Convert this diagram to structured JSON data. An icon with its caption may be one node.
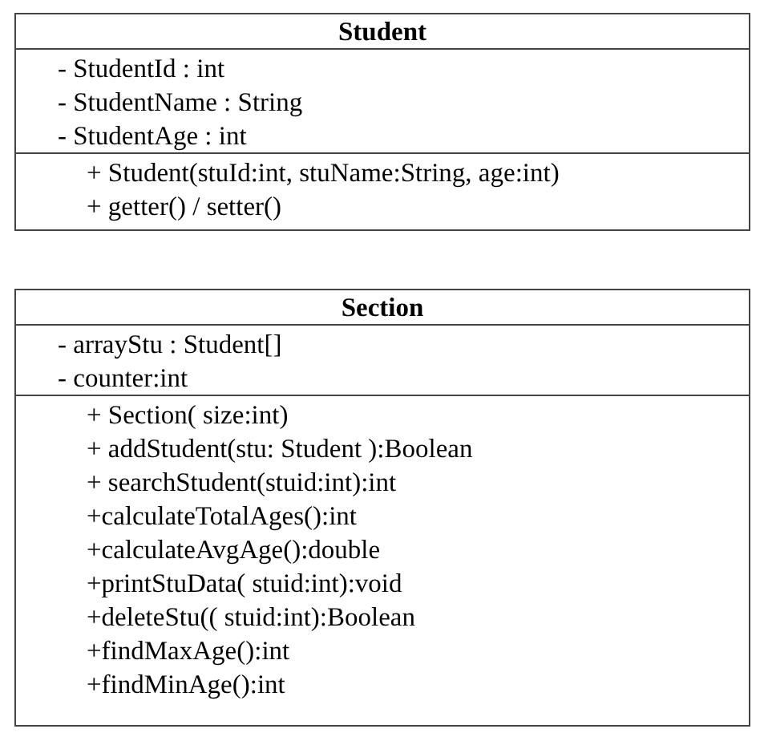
{
  "diagram": {
    "nodes": [
      {
        "text": [
          "Student",
          "- StudentId : int",
          "- StudentName : String",
          "- StudentAge : int",
          "+ Student(stuId:int, stuName:String, age:int)",
          "+ getter() / setter()"
        ]
      },
      {
        "text": [
          "Section",
          "- arrayStu : Student[]",
          "- counter:int",
          "+ Section( size:int)",
          "+ addStudent(stu: Student ):Boolean",
          "+ searchStudent(stuid:int):int",
          "+calculateTotalAges():int",
          "+calculateAvgAge():double",
          "+printStuData( stuid:int):void",
          "+deleteStu(( stuid:int):Boolean",
          "+findMaxAge():int",
          "+findMinAge():int"
        ]
      }
    ],
    "edges": []
  }
}
